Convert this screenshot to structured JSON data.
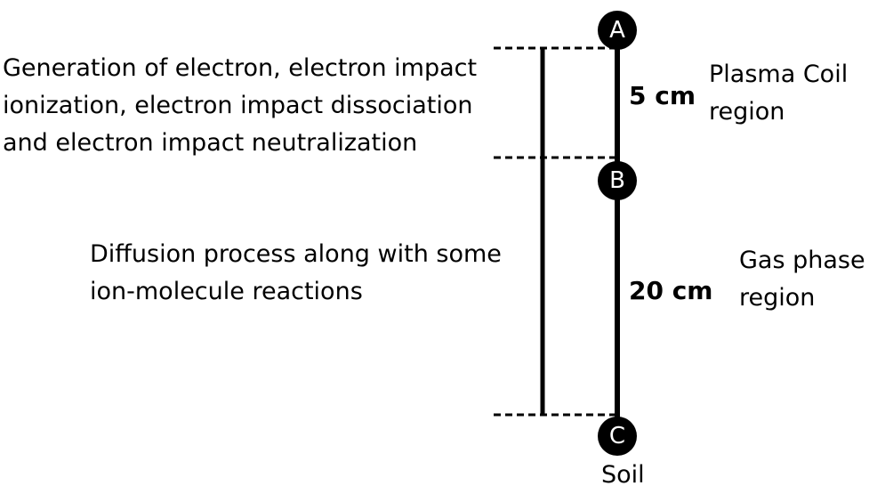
{
  "nodes": [
    {
      "label": "A"
    },
    {
      "label": "B"
    },
    {
      "label": "C"
    }
  ],
  "segments": [
    {
      "length_label": "5 cm",
      "region_label": [
        "Plasma Coil",
        "region"
      ]
    },
    {
      "length_label": "20 cm",
      "region_label": [
        "Gas phase",
        "region"
      ]
    }
  ],
  "process_descriptions": [
    [
      "Generation of electron, electron impact",
      "ionization, electron impact dissociation",
      "and electron impact neutralization"
    ],
    [
      "Diffusion process along with some",
      "ion-molecule reactions"
    ]
  ],
  "bottom_label": "Soil",
  "colors": {
    "line": "#000000",
    "node_fill": "#000000",
    "node_text": "#ffffff",
    "background": "#ffffff"
  }
}
